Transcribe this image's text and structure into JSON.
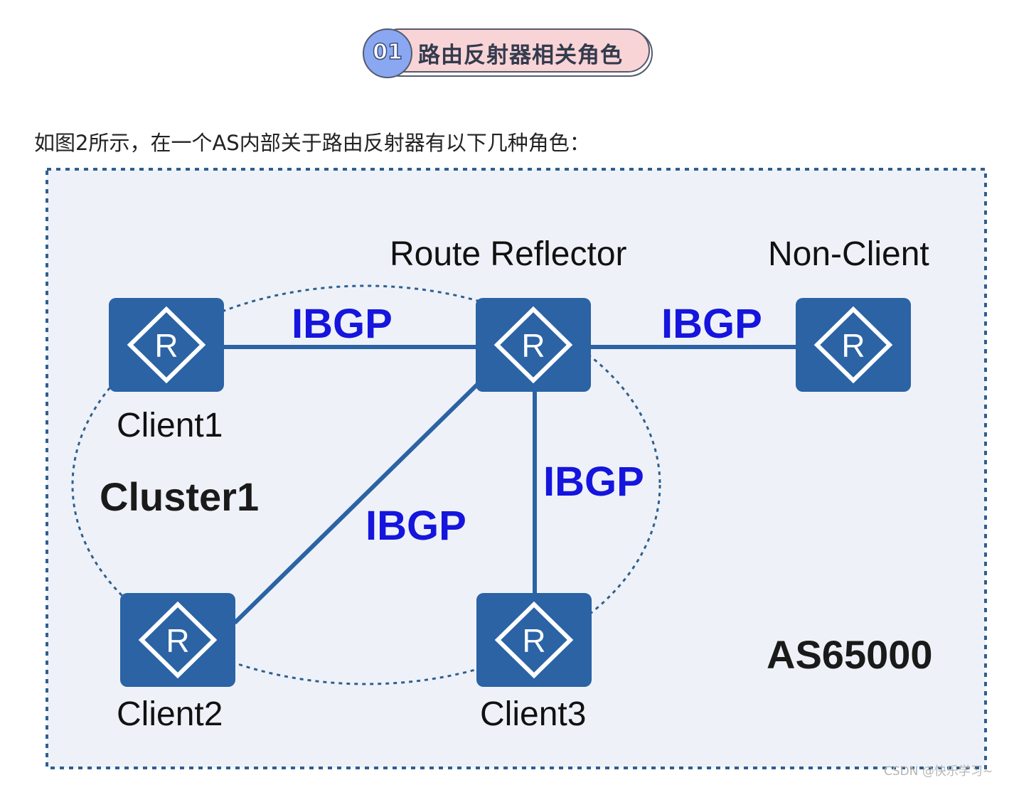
{
  "header": {
    "number": "01",
    "title": "路由反射器相关角色"
  },
  "intro_text": "如图2所示，在一个AS内部关于路由反射器有以下几种角色：",
  "diagram": {
    "router_glyph": "R",
    "routers": {
      "route_reflector": "Route Reflector",
      "non_client": "Non-Client",
      "client1": "Client1",
      "client2": "Client2",
      "client3": "Client3"
    },
    "link_label": "IBGP",
    "cluster_label": "Cluster1",
    "as_label": "AS65000"
  },
  "watermark": "CSDN @快乐学习~",
  "colors": {
    "router_fill": "#2b63a4",
    "link_stroke": "#2b63a4",
    "ibgp_text": "#1515dd",
    "area_background": "#eef2f8",
    "area_border": "#2f5f8f",
    "pill_fill": "#f9d4d6",
    "number_circle": "#8aa8f2"
  }
}
